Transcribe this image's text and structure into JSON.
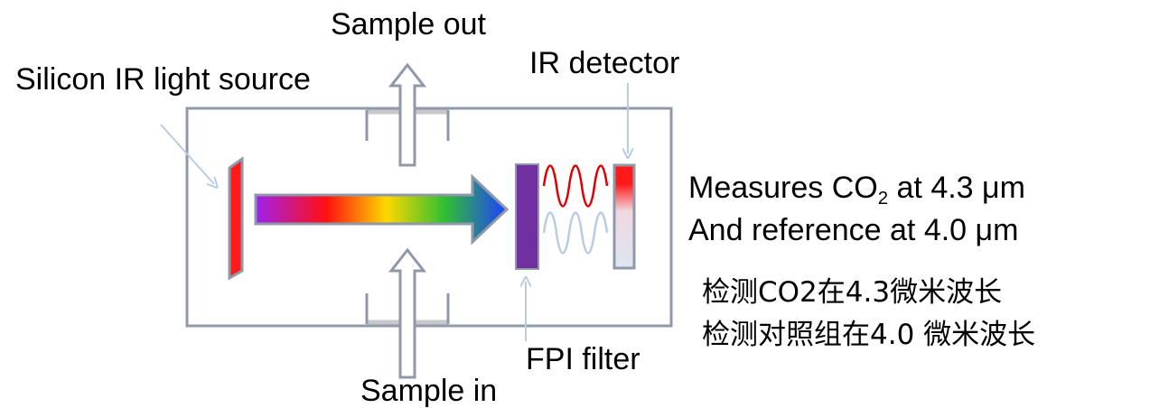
{
  "labels": {
    "sample_out": "Sample out",
    "sample_in": "Sample in",
    "light_source": "Silicon IR light source",
    "ir_detector": "IR detector",
    "fpi_filter": "FPI filter"
  },
  "measurement": {
    "line1_prefix": "Measures CO",
    "line1_sub": "2",
    "line1_suffix": " at 4.3 μm",
    "line2": "And reference at 4.0 μm"
  },
  "chinese": {
    "line1": "检测CO2在4.3微米波长",
    "line2": "检测对照组在4.0 微米波长"
  },
  "colors": {
    "chamber_border": "#8f98a8",
    "source": "#ff1a1a",
    "filter": "#7030a0",
    "signal_wave": "#e00000",
    "reference_wave": "#b8cce4",
    "pointer": "#b8cce4",
    "arrow_outline": "#8f98a8"
  },
  "spectrum_colors": [
    "#a020f0",
    "#ff1010",
    "#ffd800",
    "#30c030",
    "#2040ff"
  ]
}
